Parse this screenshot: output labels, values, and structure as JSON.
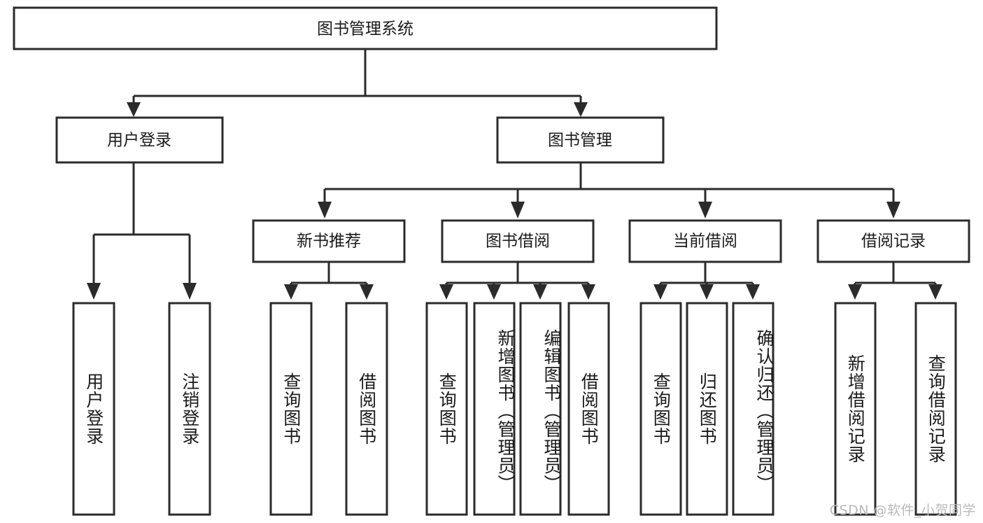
{
  "diagram": {
    "type": "tree-hierarchy",
    "title": "图书管理系统",
    "orientation": "top-down",
    "colors": {
      "stroke": "#2b2b2b",
      "fill": "#ffffff",
      "text": "#1a1a1a",
      "watermark": "#b9b9b9"
    },
    "root": {
      "label": "图书管理系统"
    },
    "level2": [
      {
        "label": "用户登录"
      },
      {
        "label": "图书管理"
      }
    ],
    "level3": [
      {
        "label": "新书推荐"
      },
      {
        "label": "图书借阅"
      },
      {
        "label": "当前借阅"
      },
      {
        "label": "借阅记录"
      }
    ],
    "leaves": {
      "user_login": [
        {
          "label": "用户登录"
        },
        {
          "label": "注销登录"
        }
      ],
      "new_book_recommend": [
        {
          "label": "查询图书"
        },
        {
          "label": "借阅图书"
        }
      ],
      "book_borrow": [
        {
          "label": "查询图书"
        },
        {
          "label": "新增图书（管理员）"
        },
        {
          "label": "编辑图书（管理员）"
        },
        {
          "label": "借阅图书"
        }
      ],
      "current_borrow": [
        {
          "label": "查询图书"
        },
        {
          "label": "归还图书"
        },
        {
          "label": "确认归还（管理员）"
        }
      ],
      "borrow_record": [
        {
          "label": "新增借阅记录"
        },
        {
          "label": "查询借阅记录"
        }
      ]
    },
    "watermark": "CSDN @软件_小贺同学"
  }
}
